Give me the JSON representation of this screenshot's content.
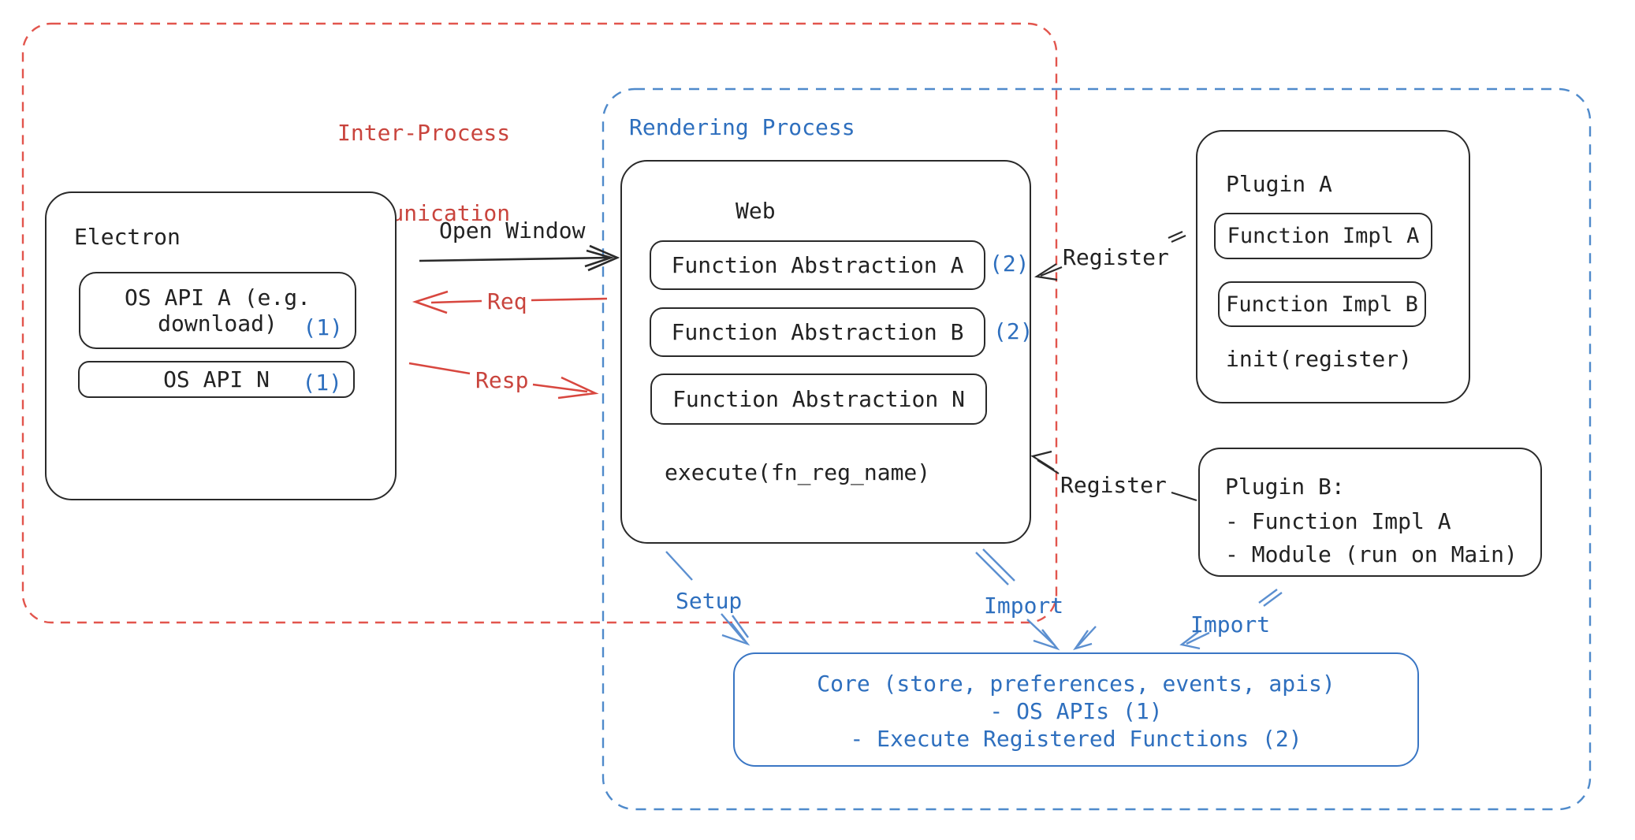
{
  "ipc": {
    "line1": "Inter-Process",
    "line2": "Communication"
  },
  "rendering": {
    "label": "Rendering Process"
  },
  "electron": {
    "title": "Electron",
    "api_a_line1": "OS API A (e.g.",
    "api_a_line2": "download)",
    "api_a_badge": "(1)",
    "api_n": "OS API N",
    "api_n_badge": "(1)"
  },
  "web": {
    "title": "Web",
    "fa_a": "Function Abstraction A",
    "fa_a_badge": "(2)",
    "fa_b": "Function Abstraction B",
    "fa_b_badge": "(2)",
    "fa_n": "Function Abstraction N",
    "execute": "execute(fn_reg_name)"
  },
  "plugin_a": {
    "title": "Plugin A",
    "impl_a": "Function Impl A",
    "impl_b": "Function Impl B",
    "init": "init(register)"
  },
  "plugin_b": {
    "title": "Plugin B:",
    "item1": "- Function Impl A",
    "item2": "- Module (run on Main)"
  },
  "core": {
    "line1": "Core (store, preferences, events, apis)",
    "line2": "- OS APIs (1)",
    "line3": "- Execute Registered Functions (2)"
  },
  "arrows": {
    "open_window": "Open Window",
    "req": "Req",
    "resp": "Resp",
    "register_top": "Register",
    "register_bottom": "Register",
    "setup": "Setup",
    "import_mid": "Import",
    "import_right": "Import"
  },
  "colors": {
    "red_text": "#c9443d",
    "red_arrow": "#d8473f",
    "red_dash_border": "#e2554d",
    "blue_text": "#2e6fbe",
    "blue_dash_border": "#4f8acb",
    "blue_box_border": "#3a76c4",
    "black_stroke": "#2a2a2a",
    "background": "#ffffff"
  }
}
